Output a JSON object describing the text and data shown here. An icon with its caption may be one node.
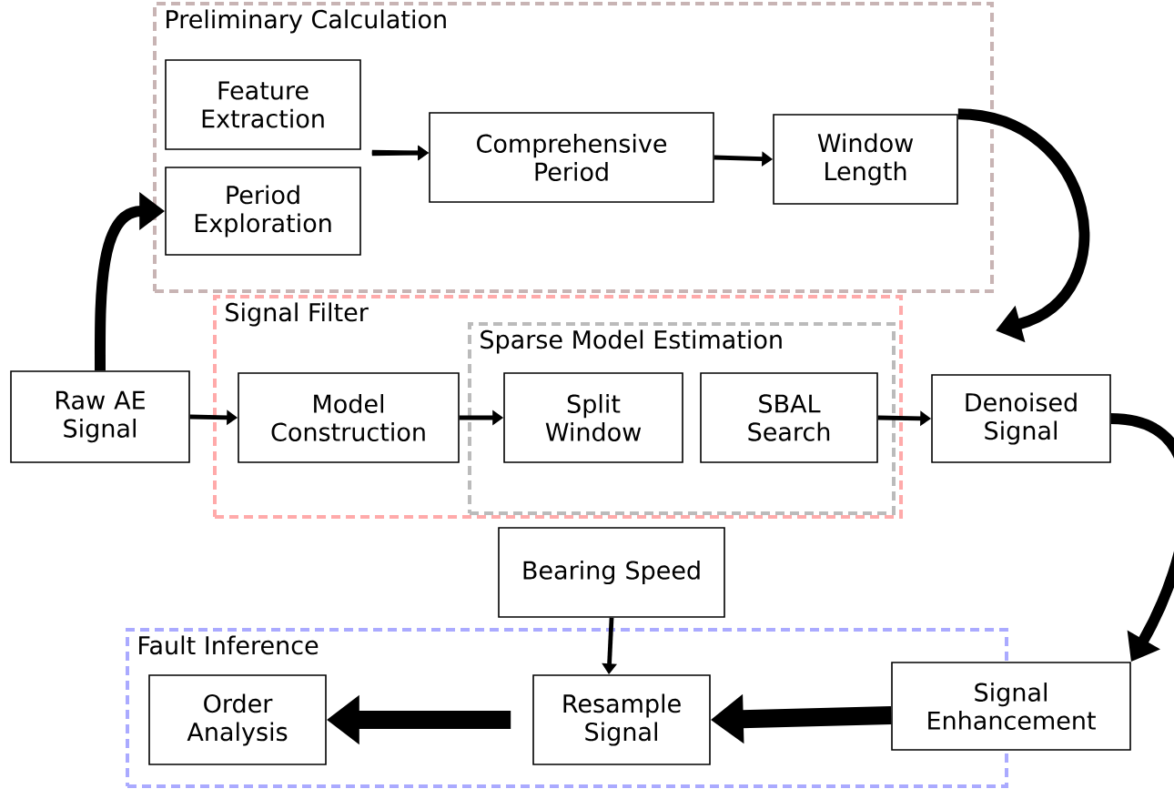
{
  "diagram": {
    "nodes": [
      {
        "text": [
          "Preliminary Calculation"
        ]
      },
      {
        "text": [
          "Feature Extraction"
        ],
        "in": 0
      },
      {
        "text": [
          "Period Exploration"
        ],
        "in": 0
      },
      {
        "text": [
          "Comprehensive Period"
        ],
        "in": 0
      },
      {
        "text": [
          "Window Length"
        ],
        "in": 0
      },
      {
        "text": [
          "Signal Filter"
        ]
      },
      {
        "text": [
          "Sparse Model Estimation"
        ],
        "in": 5
      },
      {
        "text": [
          "Raw AE Signal"
        ]
      },
      {
        "text": [
          "Model Construction"
        ],
        "in": 5
      },
      {
        "text": [
          "Split Window"
        ],
        "in": 6
      },
      {
        "text": [
          "SBAL Search"
        ],
        "in": 6
      },
      {
        "text": [
          "Denoised Signal"
        ]
      },
      {
        "text": [
          "Bearing Speed"
        ]
      },
      {
        "text": [
          "Fault Inference"
        ]
      },
      {
        "text": [
          "Order Analysis"
        ],
        "in": 13
      },
      {
        "text": [
          "Resample Signal"
        ],
        "in": 13
      },
      {
        "text": [
          "Signal Enhancement"
        ]
      }
    ],
    "edges": [
      {
        "from": 7,
        "to": 2,
        "arrow": "to",
        "style": "thick"
      },
      {
        "from": 1,
        "to": 3,
        "arrow": "to"
      },
      {
        "from": 2,
        "to": 3,
        "arrow": "to"
      },
      {
        "from": 3,
        "to": 4,
        "arrow": "to"
      },
      {
        "from": 4,
        "to": 11,
        "arrow": "to",
        "style": "thick"
      },
      {
        "from": 7,
        "to": 8,
        "arrow": "to"
      },
      {
        "from": 8,
        "to": 9,
        "arrow": "to"
      },
      {
        "from": 10,
        "to": 11,
        "arrow": "to"
      },
      {
        "from": 11,
        "to": 16,
        "arrow": "to",
        "style": "thick"
      },
      {
        "from": 12,
        "to": 15,
        "arrow": "to"
      },
      {
        "from": 16,
        "to": 15,
        "arrow": "to",
        "style": "thick"
      },
      {
        "from": 15,
        "to": 14,
        "arrow": "to",
        "style": "thick"
      }
    ]
  }
}
